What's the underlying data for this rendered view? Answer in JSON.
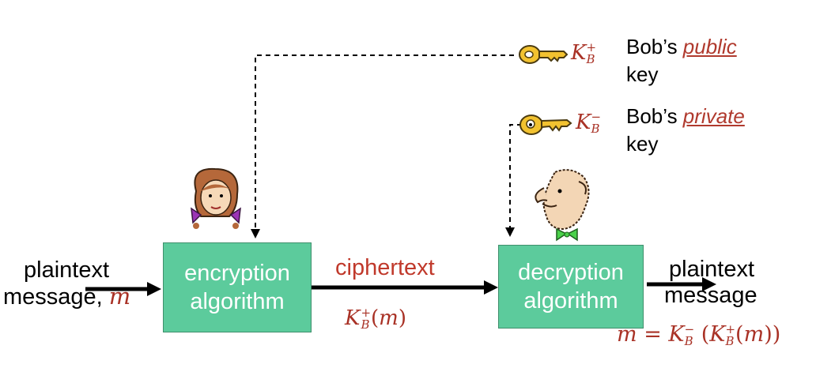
{
  "encryption_box": {
    "line1": "encryption",
    "line2": "algorithm"
  },
  "decryption_box": {
    "line1": "decryption",
    "line2": "algorithm"
  },
  "left_input": {
    "line1": "plaintext",
    "line2": "message,",
    "var": "m"
  },
  "right_output": {
    "line1": "plaintext",
    "line2": "message"
  },
  "ciphertext_label": "ciphertext",
  "ciphertext_formula": "K",
  "public_key": {
    "label_prefix": "Bob’s ",
    "label_emph": "public",
    "label_suffix": "key",
    "symbol": "K",
    "sub": "B",
    "sup": "+"
  },
  "private_key": {
    "label_prefix": "Bob’s ",
    "label_emph": "private",
    "label_suffix": "key",
    "symbol": "K",
    "sub": "B",
    "sup": "−"
  },
  "colors": {
    "box_fill": "#5ccb9c",
    "accent_red": "#c0392b",
    "key_gold": "#f2c230"
  },
  "icons": [
    "key-icon",
    "alice-face-icon",
    "bob-face-icon",
    "arrow-icon"
  ]
}
